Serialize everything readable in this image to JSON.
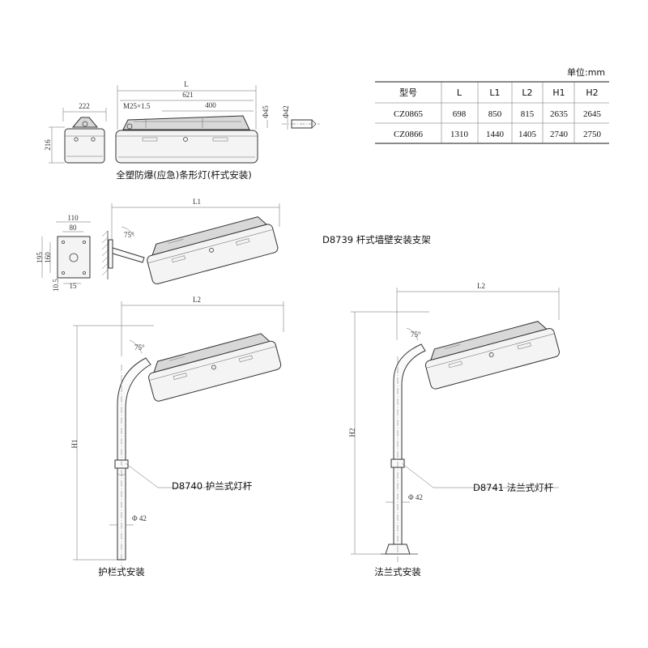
{
  "unit_label": "单位:mm",
  "table": {
    "headers": [
      "型号",
      "L",
      "L1",
      "L2",
      "H1",
      "H2"
    ],
    "rows": [
      [
        "CZ0865",
        "698",
        "850",
        "815",
        "2635",
        "2645"
      ],
      [
        "CZ0866",
        "1310",
        "1440",
        "1405",
        "2740",
        "2750"
      ]
    ]
  },
  "top_view": {
    "caption": "全塑防爆(应急)条形灯(杆式安装)",
    "dim_width": "222",
    "dim_height": "216",
    "dim_L": "L",
    "dim_621": "621",
    "dim_thread": "M25×1.5",
    "dim_400": "400",
    "dim_phi45": "Φ45",
    "dim_phi42": "Φ42"
  },
  "wall_bracket": {
    "caption": "D8739 杆式墙壁安装支架",
    "dim_110": "110",
    "dim_80": "80",
    "dim_195": "195",
    "dim_160": "160",
    "dim_10_5": "10.5",
    "dim_15": "15",
    "dim_L1": "L1",
    "angle": "75°"
  },
  "guardrail": {
    "caption": "护栏式安装",
    "pole_label": "D8740 护兰式灯杆",
    "dim_L2": "L2",
    "dim_H1": "H1",
    "dim_phi42": "Φ 42",
    "angle": "75°"
  },
  "flange": {
    "caption": "法兰式安装",
    "pole_label": "D8741 法兰式灯杆",
    "dim_L2": "L2",
    "dim_H2": "H2",
    "dim_phi42": "Φ 42",
    "angle": "75°"
  }
}
